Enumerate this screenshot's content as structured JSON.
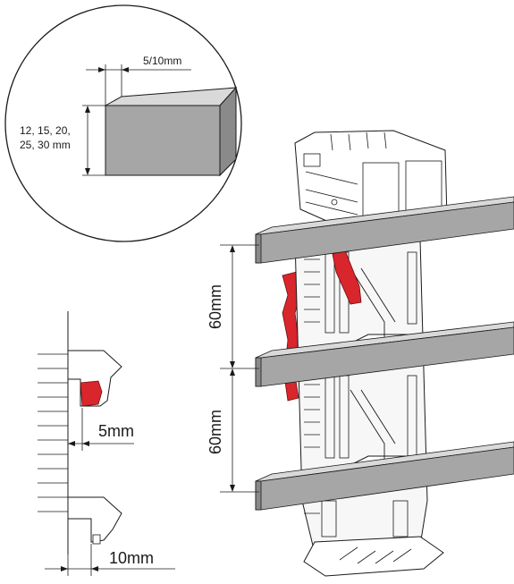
{
  "inset_busbar": {
    "thickness_label": "5/10mm",
    "height_label_line1": "12, 15, 20,",
    "height_label_line2": "25, 30 mm"
  },
  "main_view": {
    "spacing_upper_label": "60mm",
    "spacing_lower_label": "60mm"
  },
  "side_detail": {
    "clip_depth_label": "5mm",
    "offset_label": "10mm"
  },
  "colors": {
    "clip_accent": "#d8262c",
    "busbar_fill": "#a6a6a6",
    "outline": "#1a1a1a"
  }
}
